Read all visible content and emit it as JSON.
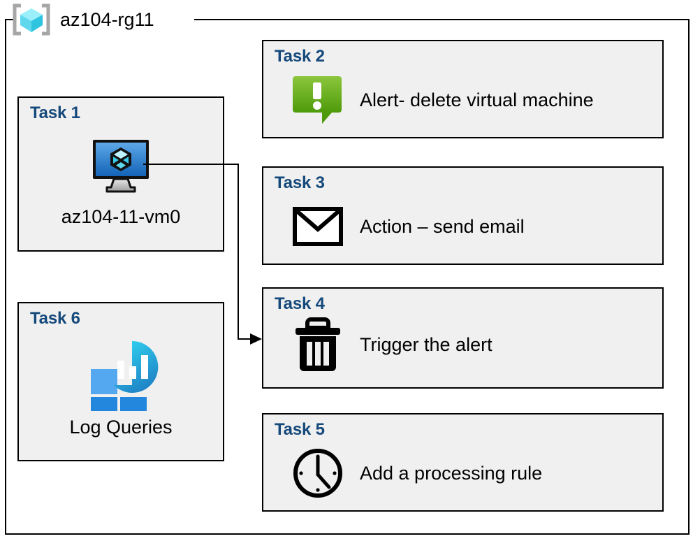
{
  "resource_group": {
    "name": "az104-rg11",
    "icon": "azure-resource-group-icon"
  },
  "tasks": [
    {
      "id": "task-1",
      "label": "Task 1",
      "caption": "az104-11-vm0",
      "icon": "virtual-machine-icon",
      "column": "left"
    },
    {
      "id": "task-2",
      "label": "Task 2",
      "text": "Alert- delete virtual machine",
      "icon": "alert-bubble-icon",
      "column": "right"
    },
    {
      "id": "task-3",
      "label": "Task 3",
      "text": "Action – send email",
      "icon": "envelope-icon",
      "column": "right"
    },
    {
      "id": "task-4",
      "label": "Task 4",
      "text": "Trigger the alert",
      "icon": "trash-icon",
      "column": "right"
    },
    {
      "id": "task-5",
      "label": "Task 5",
      "text": "Add a processing rule",
      "icon": "clock-icon",
      "column": "right"
    },
    {
      "id": "task-6",
      "label": "Task 6",
      "caption": "Log Queries",
      "icon": "log-analytics-icon",
      "column": "left"
    }
  ],
  "connector": {
    "from": "task-1",
    "to": "task-4",
    "arrow": "arrowhead-right"
  },
  "colors": {
    "task_label": "#15497B",
    "box_fill": "#f0f0f0",
    "box_border": "#000000",
    "alert_green_light": "#8DC63F",
    "alert_green_dark": "#4E9A06",
    "vm_blue_light": "#5B9BD5",
    "vm_blue_dark": "#1565C0",
    "log_cyan": "#2BC4E8",
    "log_blue": "#2389D8",
    "rg_cube_cyan": "#6FE4F5",
    "rg_bracket_gray": "#A6A6A6"
  }
}
